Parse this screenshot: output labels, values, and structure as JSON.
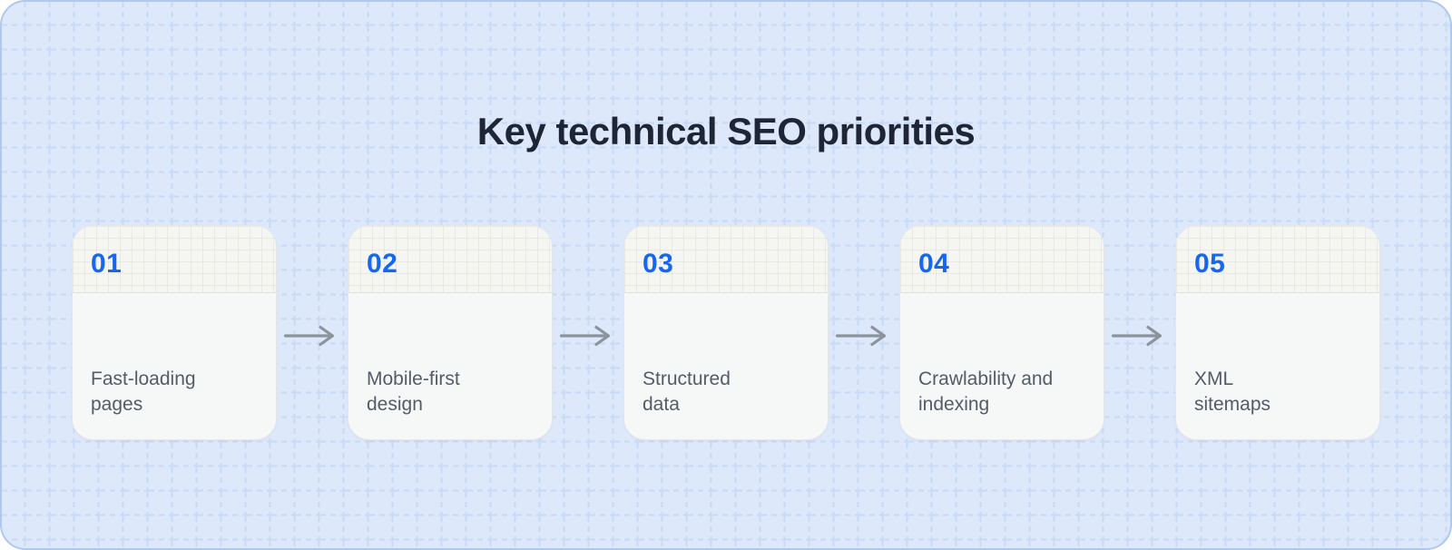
{
  "title": "Key technical SEO priorities",
  "steps": [
    {
      "number": "01",
      "label": "Fast-loading\npages"
    },
    {
      "number": "02",
      "label": "Mobile-first\ndesign"
    },
    {
      "number": "03",
      "label": "Structured\ndata"
    },
    {
      "number": "04",
      "label": "Crawlability and\nindexing"
    },
    {
      "number": "05",
      "label": "XML\nsitemaps"
    }
  ],
  "icons": {
    "connector": "arrow-right-icon",
    "arrow_glyph": "→"
  },
  "colors": {
    "canvas_background": "#dde8fa",
    "canvas_grid_line": "#c8daf6",
    "canvas_border": "#aec8f0",
    "title_text": "#1e2636",
    "step_number_blue": "#1766f2",
    "step_label_gray": "#525d68",
    "card_background": "#f6f7f7",
    "card_header_background": "#f5f5f2",
    "card_border": "#e6e7e8",
    "arrow_gray": "#8b939d"
  }
}
